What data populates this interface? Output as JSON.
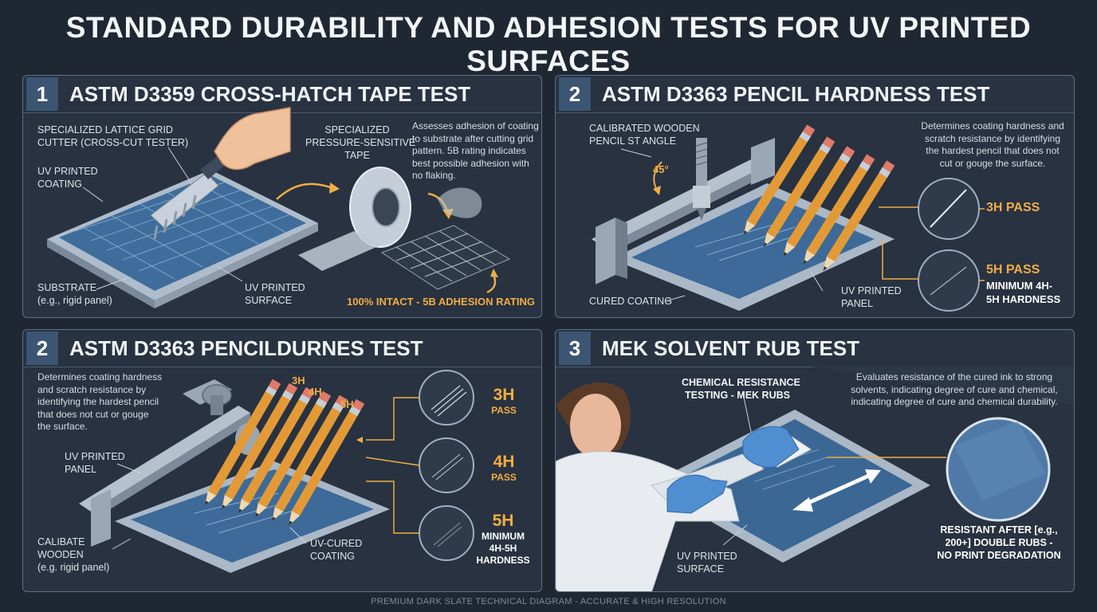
{
  "title": "STANDARD DURABILITY AND ADHESION TESTS FOR UV PRINTED SURFACES",
  "footer": "PREMIUM DARK SLATE TECHNICAL DIAGRAM - ACCURATE & HIGH RESOLUTION",
  "colors": {
    "background": "#1f2733",
    "panel": "#283240",
    "accent": "#f0ad45",
    "badge": "#3b5573"
  },
  "panel1": {
    "number": "1",
    "title": "ASTM D3359 CROSS-HATCH TAPE TEST",
    "cutter_label": [
      "SPECIALIZED LATTICE GRID",
      "CUTTER (CROSS-CUT TESTER)"
    ],
    "coating_label": [
      "UV PRINTED",
      "COATING"
    ],
    "substrate_label": [
      "SUBSTRATE",
      "(e.g., rigid panel)"
    ],
    "surface_label": [
      "UV PRINTED",
      "SURFACE"
    ],
    "tape_label": [
      "SPECIALIZED",
      "PRESSURE-SENSITIVE",
      "TAPE"
    ],
    "description": [
      "Assesses adhesion of coating",
      "to substrate after cutting grid",
      "pattern. 5B rating indicates",
      "best possible adhesion with",
      "no flaking."
    ],
    "result": "100% INTACT - 5B ADHESION RATING"
  },
  "panel2": {
    "number": "2",
    "title": "ASTM D3363 PENCIL HARDNESS TEST",
    "pencil_label": [
      "CALIBRATED WOODEN",
      "PENCIL ST ANGLE"
    ],
    "angle": "45°",
    "description": [
      "Determines coating hardness and",
      "scratch resistance by identifying",
      "the hardest pencil that does not",
      "cut or gouge the surface."
    ],
    "result_a": "3H PASS",
    "result_b": "5H PASS",
    "result_b_sub": [
      "MINIMUM 4H-",
      "5H HARDNESS"
    ],
    "cured_label": "CURED COATING",
    "panel_label": [
      "UV PRINTED",
      "PANEL"
    ]
  },
  "panel3": {
    "number": "2",
    "title": "ASTM D3363 PENCILDURNES TEST",
    "description": [
      "Determines coating hardness",
      "and scratch resistance by",
      "identifying the hardest pencil",
      "that does not cut or gouge",
      "the surface."
    ],
    "panel_label": [
      "UV PRINTED",
      "PANEL"
    ],
    "wooden_label": [
      "CALIBATE",
      "WOODEN",
      "(e.g. rigid panel)"
    ],
    "coating_label": [
      "UV-CURED",
      "COATING"
    ],
    "pencil_marks": [
      "3H",
      "4H",
      "5H"
    ],
    "results": [
      {
        "grade": "3H",
        "status": "PASS"
      },
      {
        "grade": "4H",
        "status": "PASS"
      },
      {
        "grade": "5H",
        "status": "MINIMUM\n4H-5H\nHARDNESS"
      }
    ]
  },
  "panel4": {
    "number": "3",
    "title": "MEK SOLVENT RUB TEST",
    "chem_label": [
      "CHEMICAL RESISTANCE",
      "TESTING - MEK RUBS"
    ],
    "description": [
      "Evaluates resistance of the cured ink to strong",
      "solvents, indicating degree of cure and chemical,",
      "indicating degree of cure and chemical durability."
    ],
    "surface_label": [
      "UV PRINTED",
      "SURFACE"
    ],
    "result": [
      "RESISTANT AFTER [e.g.,",
      "200+] DOUBLE RUBS -",
      "NO PRINT DEGRADATION"
    ]
  }
}
